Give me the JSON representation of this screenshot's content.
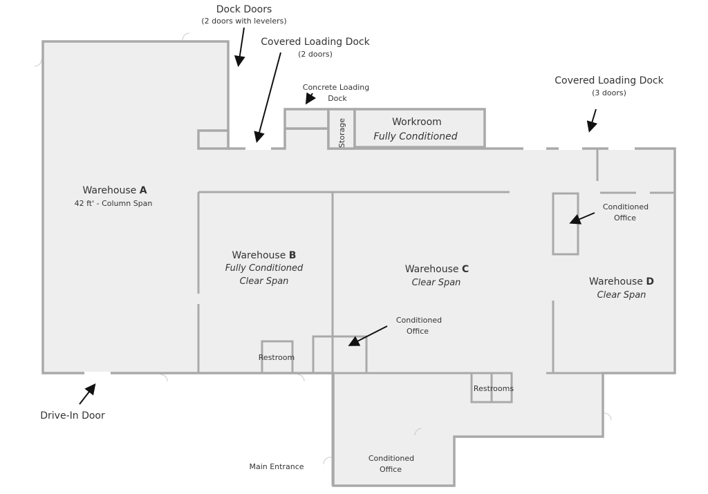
{
  "labels": {
    "dock_doors": "Dock Doors",
    "dock_doors_sub": "(2 doors with levelers)",
    "covered_dock_1": "Covered Loading Dock",
    "covered_dock_1_sub": "(2 doors)",
    "concrete_dock_1": "Concrete Loading",
    "concrete_dock_2": "Dock",
    "covered_dock_2": "Covered Loading Dock",
    "covered_dock_2_sub": "(3 doors)",
    "storage": "Storage",
    "workroom": "Workroom",
    "workroom_sub": "Fully Conditioned",
    "warehouse_a": "Warehouse ",
    "warehouse_a_letter": "A",
    "warehouse_a_sub": "42 ft' - Column Span",
    "warehouse_b": "Warehouse ",
    "warehouse_b_letter": "B",
    "warehouse_b_sub1": "Fully Conditioned",
    "warehouse_b_sub2": "Clear Span",
    "warehouse_c": "Warehouse ",
    "warehouse_c_letter": "C",
    "warehouse_c_sub": "Clear Span",
    "warehouse_d": "Warehouse ",
    "warehouse_d_letter": "D",
    "warehouse_d_sub": "Clear Span",
    "cond_office_1a": "Conditioned",
    "cond_office_1b": "Office",
    "cond_office_2a": "Conditioned",
    "cond_office_2b": "Office",
    "cond_office_3a": "Conditioned",
    "cond_office_3b": "Office",
    "restroom": "Restroom",
    "restrooms": "Restrooms",
    "drive_in": "Drive-In Door",
    "main_entrance": "Main Entrance"
  },
  "colors": {
    "floor": "#eeeeee",
    "wall": "#a9a9a9",
    "arrow": "#111111"
  }
}
